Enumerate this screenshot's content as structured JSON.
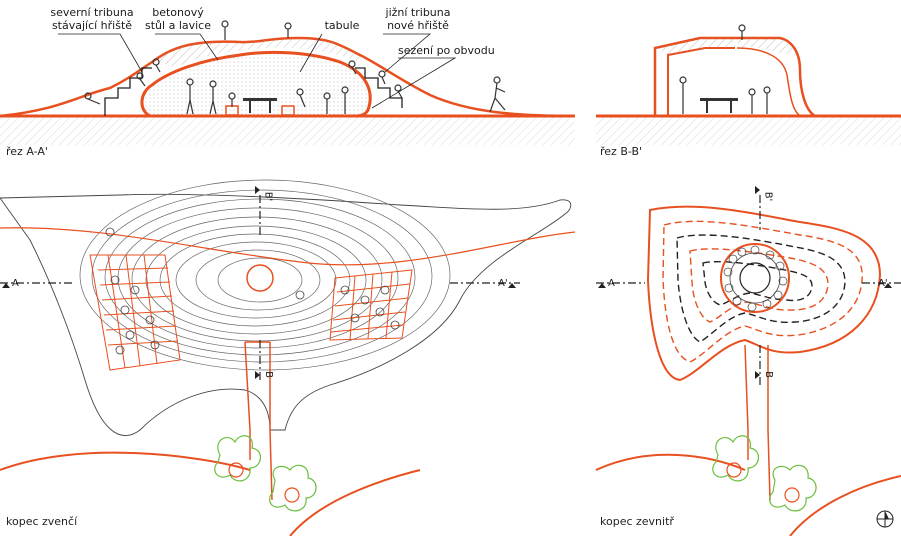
{
  "section_aa": {
    "labels": {
      "north_stand_line1": "severní tribuna",
      "north_stand_line2": "stávající hřiště",
      "table_line1": "betonový",
      "table_line2": "stůl a lavice",
      "board": "tabule",
      "south_stand_line1": "jižní tribuna",
      "south_stand_line2": "nové hřiště",
      "seating": "sezení po obvodu"
    },
    "caption": "řez A-A'"
  },
  "section_bb": {
    "caption": "řez B-B'"
  },
  "plan_outside": {
    "caption": "kopec zvenčí",
    "cut_marks": {
      "a_left": "A",
      "a_right": "A'",
      "b_top": "B'",
      "b_bottom": "B"
    }
  },
  "plan_inside": {
    "caption": "kopec zevnitř",
    "cut_marks": {
      "a_left": "A",
      "a_right": "A'",
      "b_top": "B'",
      "b_bottom": "B"
    }
  },
  "colors": {
    "accent": "#e8501f",
    "line": "#2a2a2a",
    "tree": "#6cbf3f"
  },
  "icons": [
    "north-arrow-icon"
  ]
}
